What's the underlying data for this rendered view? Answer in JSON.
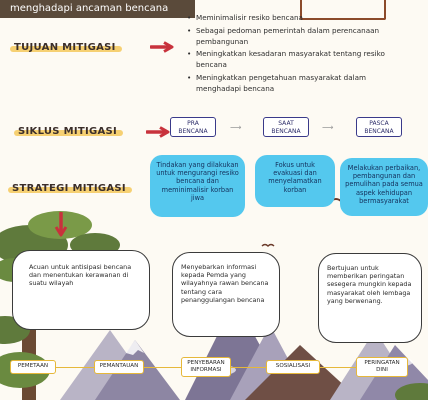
{
  "top_banner": {
    "text": "menghadapi ancaman bencana"
  },
  "tujuan": {
    "heading": "TUJUAN MITIGASI",
    "items": [
      "Meminimalisir resiko bencana",
      "Sebagai pedoman pemerintah dalam perencanaan pembangunan",
      "Meningkatkan kesadaran masyarakat tentang resiko bencana",
      "Meningkatkan pengetahuan masyarakat dalam menghadapi bencana"
    ]
  },
  "siklus": {
    "heading": "SIKLUS MITIGASI",
    "stages": [
      {
        "label": "PRA BENCANA",
        "description": "Tindakan yang dilakukan untuk mengurangi resiko bencana dan meminimalisir korban jiwa"
      },
      {
        "label": "SAAT BENCANA",
        "description": "Fokus untuk evakuasi dan menyelamatkan korban"
      },
      {
        "label": "PASCA BENCANA",
        "description": "Melakukan perbaikan, pembangunan dan pemulihan pada semua aspek kehidupan bermasyarakat"
      }
    ]
  },
  "strategi": {
    "heading": "STRATEGI MITIGASI",
    "bubbles": [
      "Acuan untuk antisipasi bencana dan menentukan kerawanan di suatu wilayah",
      "Menyebarkan informasi kepada Pemda yang wilayahnya rawan bencana tentang cara penanggulangan bencana",
      "Bertujuan untuk memberikan peringatan sesegera mungkin kepada masyarakat oleh lembaga yang berwenang."
    ],
    "steps": [
      "PEMETAAN",
      "PEMANTAUAN",
      "PENYEBARAN INFORMASI",
      "SOSIALISASI",
      "PERINGATAN DINI"
    ]
  },
  "colors": {
    "accent_yellow": "#f4c85a",
    "arrow_red": "#c8323c",
    "bubble_blue": "#54c8ee",
    "banner_brown": "#5a4a3a"
  }
}
